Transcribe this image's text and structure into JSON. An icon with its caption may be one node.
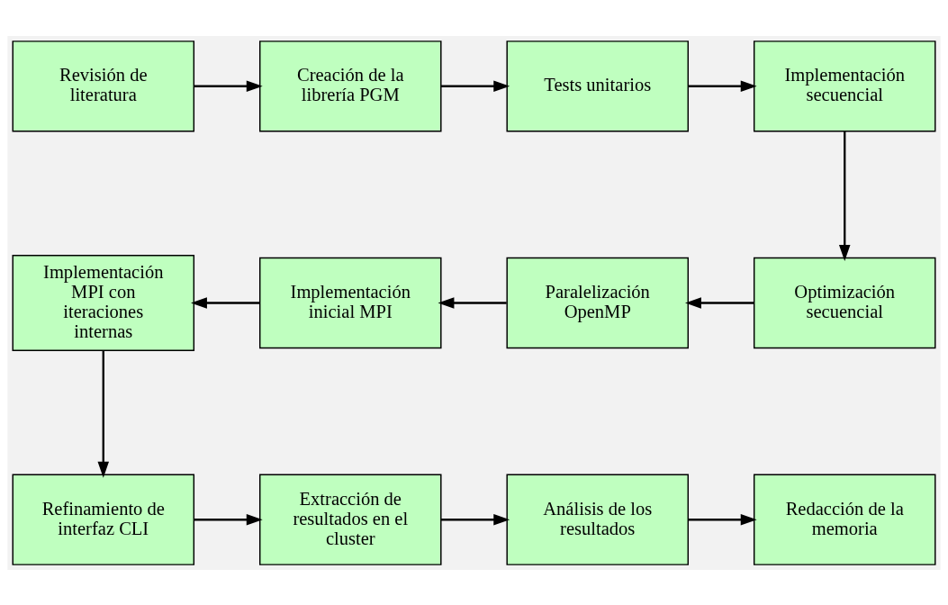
{
  "diagram": {
    "nodes": [
      {
        "text": [
          "Revisión de literatura"
        ]
      },
      {
        "text": [
          "Creación de la librería PGM"
        ]
      },
      {
        "text": [
          "Tests unitarios"
        ]
      },
      {
        "text": [
          "Implementación secuencial"
        ]
      },
      {
        "text": [
          "Implementación MPI con iteraciones internas"
        ]
      },
      {
        "text": [
          "Implementación inicial MPI"
        ]
      },
      {
        "text": [
          "Paralelización OpenMP"
        ]
      },
      {
        "text": [
          "Optimización secuencial"
        ]
      },
      {
        "text": [
          "Refinamiento de interfaz CLI"
        ]
      },
      {
        "text": [
          "Extracción de resultados en el cluster"
        ]
      },
      {
        "text": [
          "Análisis de los resultados"
        ]
      },
      {
        "text": [
          "Redacción de la memoria"
        ]
      }
    ],
    "edges": [
      {
        "from": 0,
        "to": 1,
        "arrow": "to"
      },
      {
        "from": 1,
        "to": 2,
        "arrow": "to"
      },
      {
        "from": 2,
        "to": 3,
        "arrow": "to"
      },
      {
        "from": 3,
        "to": 7,
        "arrow": "to"
      },
      {
        "from": 7,
        "to": 6,
        "arrow": "to"
      },
      {
        "from": 6,
        "to": 5,
        "arrow": "to"
      },
      {
        "from": 5,
        "to": 4,
        "arrow": "to"
      },
      {
        "from": 4,
        "to": 8,
        "arrow": "to"
      },
      {
        "from": 8,
        "to": 9,
        "arrow": "to"
      },
      {
        "from": 9,
        "to": 10,
        "arrow": "to"
      },
      {
        "from": 10,
        "to": 11,
        "arrow": "to"
      }
    ]
  }
}
